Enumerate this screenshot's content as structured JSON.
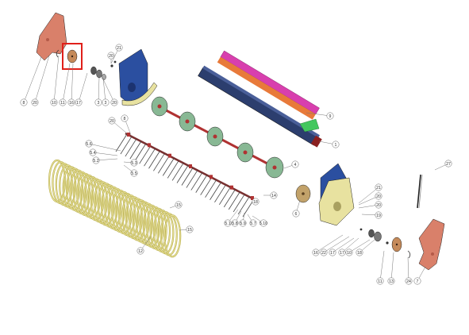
{
  "diagram": {
    "highlight_color": "#e0201a",
    "colors": {
      "side_plate": "#d9806a",
      "bracket_blue": "#2b4fa0",
      "shield_yellow": "#e8e2a0",
      "rake_bar": "#2c3e6e",
      "rake_pink": "#d83fae",
      "rake_orange": "#e87a3a",
      "green_flag": "#43c75e",
      "disc": "#88b894",
      "shaft_red": "#b03232",
      "rod_dark": "#7a3030",
      "coil": "#d9d27a",
      "brass": "#c2a26a"
    },
    "callouts": {
      "c1": "8",
      "c2": "21",
      "c3": "20",
      "c4": "10",
      "c5": "11",
      "c6": "16",
      "c7": "17",
      "c8": "20",
      "c9": "3",
      "c10": "20",
      "c11": "3",
      "c12": "9",
      "c13": "1",
      "c14": "4",
      "c15": "20",
      "c16": "8",
      "c17": "5.6",
      "c18": "5.4",
      "c19": "5.2",
      "c20": "5.3",
      "c21": "5.5",
      "c22": "14",
      "c23": "18",
      "c24": "5.1",
      "c25": "5.8",
      "c26": "5.9",
      "c27": "5.7",
      "c28": "5.10",
      "c29": "15",
      "c30": "15",
      "c31": "12",
      "c32": "6",
      "c33": "21",
      "c34": "20",
      "c35": "20",
      "c36": "19",
      "c37": "16",
      "c38": "22",
      "c39": "17",
      "c40": "17",
      "c41": "10",
      "c42": "18",
      "c43": "11",
      "c44": "13",
      "c45": "24",
      "c46": "7",
      "c47": "27"
    }
  }
}
